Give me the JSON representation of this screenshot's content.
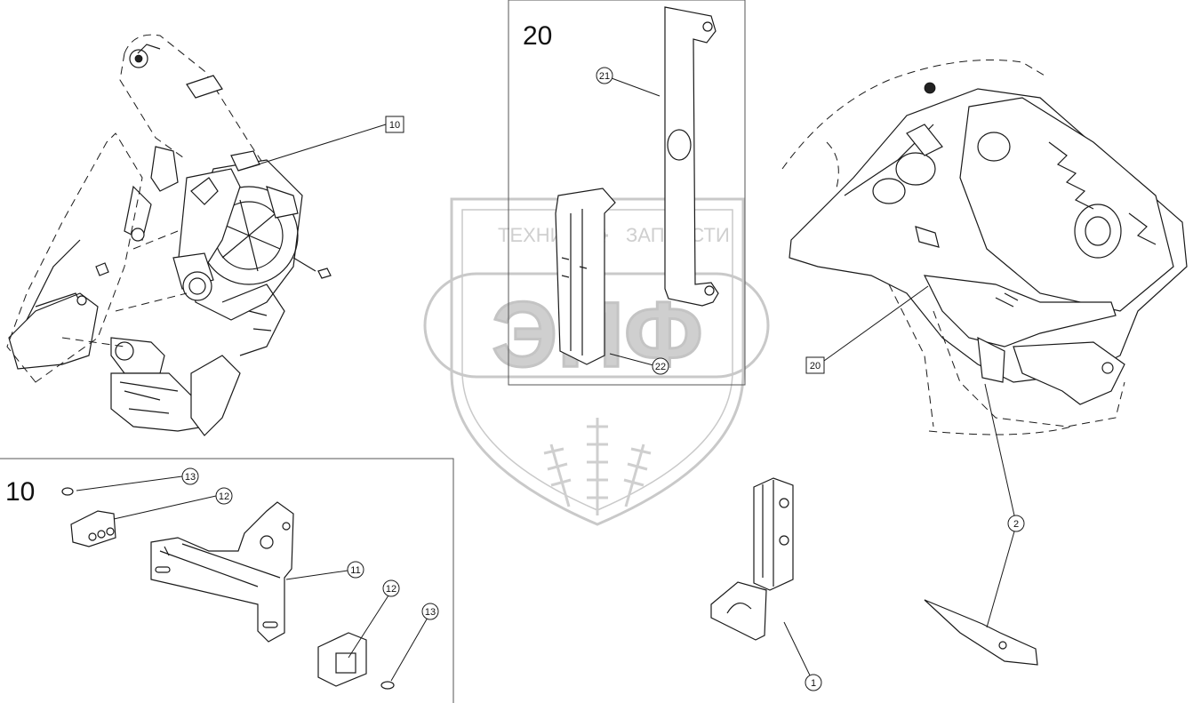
{
  "watermark": {
    "top_line_left": "ТЕХНИКА",
    "top_line_right": "ЗАПЧАСТИ",
    "logo_letters": "ЭПФ",
    "color": "#c9c9c9"
  },
  "groups": {
    "group_10_label": "10",
    "group_20_label": "20"
  },
  "callouts": {
    "c10_main": "10",
    "c20_main": "20",
    "c21": "21",
    "c22": "22",
    "c11": "11",
    "c12_top": "12",
    "c13_top": "13",
    "c12_bottom": "12",
    "c13_bottom": "13",
    "c1": "1",
    "c2": "2"
  },
  "icons": {
    "gear": "gear-icon"
  }
}
